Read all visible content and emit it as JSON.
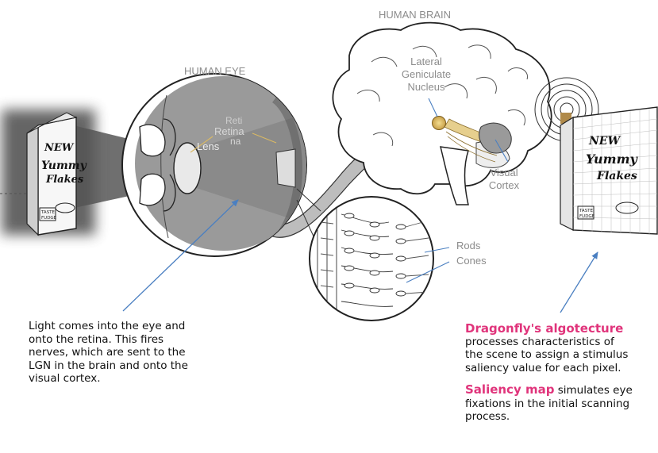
{
  "labels": {
    "human_eye": "HUMAN EYE",
    "human_brain": "HUMAN BRAIN",
    "lgn": [
      "Lateral",
      "Geniculate",
      "Nucleus"
    ],
    "retina_faint": "Reti",
    "retina": "Retina",
    "retina_tail": "na",
    "lens": "Lens",
    "visual_cortex": [
      "Visual",
      "Cortex"
    ],
    "rods": "Rods",
    "cones": "Cones"
  },
  "box": {
    "brand_new": "NEW",
    "brand_line1": "Yummy",
    "brand_line2": "Flakes",
    "badge_line1": "TASTE",
    "badge_line2": "FUDGE"
  },
  "captions": {
    "left": [
      "Light comes into the eye and",
      "onto the retina. This fires",
      "nerves, which are sent to the",
      "LGN in the brain and onto the",
      "visual cortex."
    ],
    "right_heading": "Dragonfly's algotecture",
    "right_body": [
      "processes characteristics of",
      "the scene to assign a stimulus",
      "saliency value for each pixel."
    ],
    "saliency_heading": "Saliency map",
    "saliency_rest": " simulates eye",
    "saliency_body": [
      "fixations in the initial scanning",
      "process."
    ]
  },
  "colors": {
    "accent": "#e0347b",
    "arrow": "#4a7fc1",
    "label_gray": "#8c8c8c",
    "lgn": "#d9b864"
  }
}
